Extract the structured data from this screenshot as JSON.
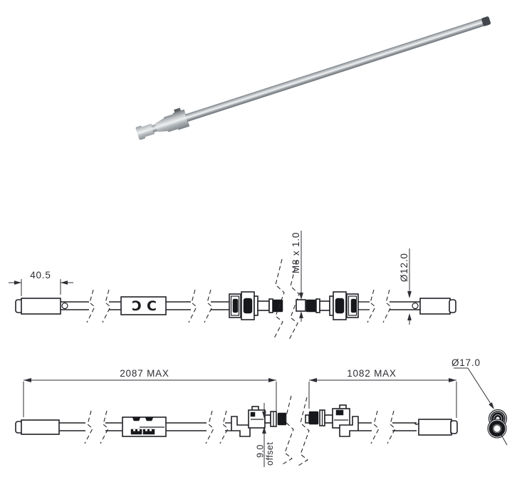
{
  "colors": {
    "line": "#202126",
    "dim_text": "#2b2c31",
    "dark_fill": "#17181b",
    "metal_light": "#eef0f1",
    "metal_mid": "#b4b9bd",
    "metal_dark": "#73787d",
    "tip_dark": "#43474c"
  },
  "side_view": {
    "dim_end_length": "40.5",
    "dim_thread": "M8 x 1.0",
    "dim_rod_diameter": "Ø12.0",
    "id_mark_left": "Ɔ",
    "id_mark_right": "C"
  },
  "plan_view": {
    "dim_overall": "2087 MAX",
    "dim_extension": "1082 MAX",
    "dim_end_diameter": "Ø17.0",
    "dim_offset_value": "9.0",
    "dim_offset_word": "offset"
  }
}
